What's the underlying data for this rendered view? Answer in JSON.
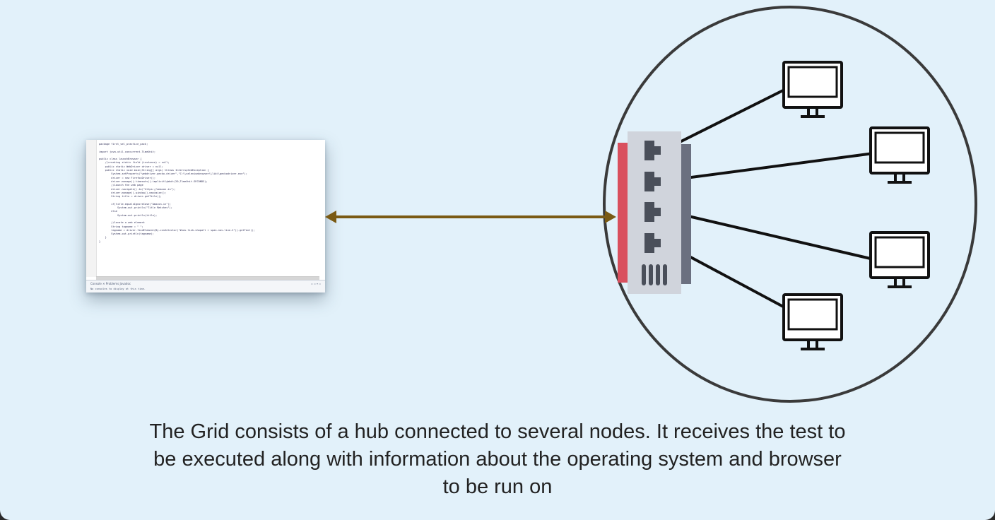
{
  "code_window": {
    "lines": [
      "package first_sel_practice_pack;",
      "",
      "import java.util.concurrent.TimeUnit;",
      "",
      "public class launchBrowser {",
      "    //creating static field (instance) = null;",
      "    public static WebDriver driver = null;",
      "    public static void main(String[] args) throws InterruptedException {",
      "        System.setProperty(\"webdriver.gecko.driver\",\"C:\\\\seleniumbrowser\\\\lib\\\\geckodriver.exe\");",
      "        driver = new FirefoxDriver();",
      "        driver.manage().timeouts().implicitlyWait(20,TimeUnit.SECONDS);",
      "        //Launch the web page",
      "        driver.navigate().to(\"https://amazon.in\");",
      "        driver.manage().window().maximize();",
      "        String title = driver.getTitle();",
      "",
      "        if(title.equalsIgnoreCase(\"Amazon.in\"))",
      "            System.out.println(\"Title Matches\");",
      "        else",
      "            System.out.println(title);",
      "",
      "        //Locate a web element",
      "        String tagname = \" \";",
      "        tagname = driver.findElement(By.cssSelector(\"#nav-link-shopall > span.nav-line-2\")).getText();",
      "        System.out.println(tagname);",
      "    }",
      "}"
    ],
    "console_tab": "Console ✕ Problems  Javadoc",
    "console_text": "No consoles to display at this time.",
    "console_icons": "▫ ▫ ▾ ▫"
  },
  "diagram": {
    "arrow_color": "#7a5a14",
    "hub_accent_color": "#d9505e",
    "line_color": "#111111",
    "circle_color": "#3a3a3a",
    "hub_ports": 4,
    "nodes": 4
  },
  "caption": {
    "line1": "The Grid consists of a hub connected to several nodes. It receives the test to",
    "line2": "be executed along with information about the operating system and browser",
    "line3": "to be run on"
  }
}
